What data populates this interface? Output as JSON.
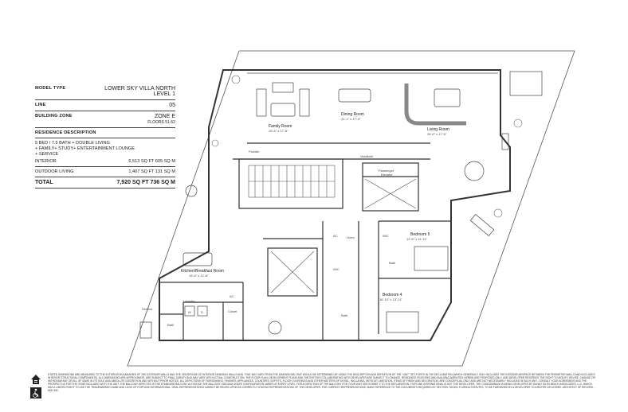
{
  "model": {
    "type_label": "MODEL TYPE",
    "type_value_1": "LOWER SKY VILLA NORTH",
    "type_value_2": "LEVEL 1",
    "line_label": "LINE",
    "line_value": "05",
    "zone_label": "BUILDING ZONE",
    "zone_value": "ZONE E",
    "floors": "FLOORS 51-52"
  },
  "residence": {
    "heading": "RESIDENCE DESCRIPTION",
    "desc_1": "5 BED / 7.5 BATH + DOUBLE LIVING",
    "desc_2": "+ FAMILY+ STUDY+ ENTERTAINMENT LOUNGE",
    "desc_3": "+ SERVICE",
    "interior_label": "INTERIOR",
    "interior_value": "6,513 SQ FT 605 SQ M",
    "outdoor_label": "OUTDOOR LIVING",
    "outdoor_value": "1,407 SQ FT 131 SQ M",
    "total_label": "TOTAL",
    "total_value": "7,920 SQ FT 736 SQ M"
  },
  "rooms": {
    "family": "Family Room",
    "family_dim": "15'-6\" x 17'-8\"",
    "dining": "Dining Room",
    "dining_dim": "21'-1\" x 17'-0\"",
    "living": "Living Room",
    "living_dim": "24'-0\" x 17'-0\"",
    "powder": "Powder",
    "vestibule": "Vestibule",
    "elevator_1": "Passenger",
    "elevator_2": "Elevator",
    "kitchen": "Kitchen/Breakfast Room",
    "kitchen_dim": "19'-6\" x 12'-8\"",
    "bedroom5": "Bedroom 5",
    "bedroom5_dim": "12'-6\" x 11'-11\"",
    "bedroom4": "Bedroom 4",
    "bedroom4_dim": "16'-10\" x 13'-11\"",
    "wic": "WIC",
    "wic2": "WIC",
    "ac": "AC",
    "ac2": "AC",
    "linen": "Linen",
    "bath": "Bath",
    "bath2": "Bath",
    "bath3": "Bath",
    "service": "Service",
    "laundry": "Laundry",
    "w": "W",
    "d": "D",
    "closet": "Closet"
  },
  "disclaimer": "STATED DIMENSIONS ARE MEASURED TO THE EXTERIOR BOUNDARIES OF THE EXTERIOR WALLS AND THE CENTERLINE OF INTERIOR DEMISING WALLS AND, THAT MAY VARY FROM THE DIMENSIONS THAT WOULD BE DETERMINED BY USING THE DESCRIPTION AND DEFINITION OF THE \"UNIT\" SET FORTH IN THE DECLARATION (WHICH GENERALLY ONLY INCLUDES THE INTERIOR AIRSPACE BETWEEN THE PERIMETER WALLS AND EXCLUDES INTERIOR STRUCTURAL COMPONENTS). ALL DIMENSIONS ARE APPROXIMATE, ARE SUBJECT TO FINAL SURVEY AND MAY VARY WITH ACTUAL CONSTRUCTION. THE FLOOR PLAN, DEVELOPMENT PLANS AND THE ENTITIES COLLABORATING WITH DEVELOPER ARE SUBJECT TO CHANGE. RESIDENCE FEATURES AND BUILDING AMENITIES HEREIN ARE PROPOSED ONLY, AND DEVELOPER RESERVES THE RIGHT TO MODIFY, REVISE, CHANGE OR WITHDRAW ANY OR ALL OF SAME IN ITS SOLE AND ABSOLUTE DISCRETION AND WITHOUT PRIOR NOTICE. ALL DEPICTIONS OF FURNISHINGS, FINISHES, APPLIANCES, COUNTERS, SOFFITS, FLOOR COVERINGS AND OTHER MATTERS OF DETAIL, INCLUDING, WITHOUT LIMITATION, ITEMS OF FINISH AND DECORATION, ARE CONCEPTUAL ONLY AND ARE NOT NECESSARILY INCLUDED IN EACH UNIT. CONSULT YOUR AGREEMENT AND THE PROSPECTUS FOR THE ITEMS INCLUDED WITH THE UNIT. THE BALCONY DEPICTED IS THE STANDARD BALCONY ALTHOUGH THE BALCONY SIZE AND SHAPE CONFIGURATION VARIES AT EVERY LEVEL. FOR A DEPICTION OF THE BALCONY FOR YOUR UNIT SEE EXHIBIT 2 TO THE DECLARATION. FORTUNE INTERNATIONAL IS NOT THE DEVELOPER. THE CONDOMINIUM IS BEING DEVELOPED BY SUNNY ISLES BEACH ASSOCIATES, LLC. WHICH HAS A LIMITED RIGHT TO USE THE TRADEMARKED NAME AND LOGO OF FORTUNE INTERNATIONAL. ORAL REPRESENTATIONS CANNOT BE RELIED UPON AS CORRECTLY STATING REPRESENTATIONS OF THE DEVELOPER. FOR CORRECT REPRESENTATIONS, MAKE REFERENCE TO THE DOCUMENTS REQUIRED BY SECTION 718.503, FLORIDA STATUTES, TO BE FURNISHED BY A DEVELOPER TO A BUYER OR LESSEE. ARCHITECT OF RECORD - ADD INC."
}
